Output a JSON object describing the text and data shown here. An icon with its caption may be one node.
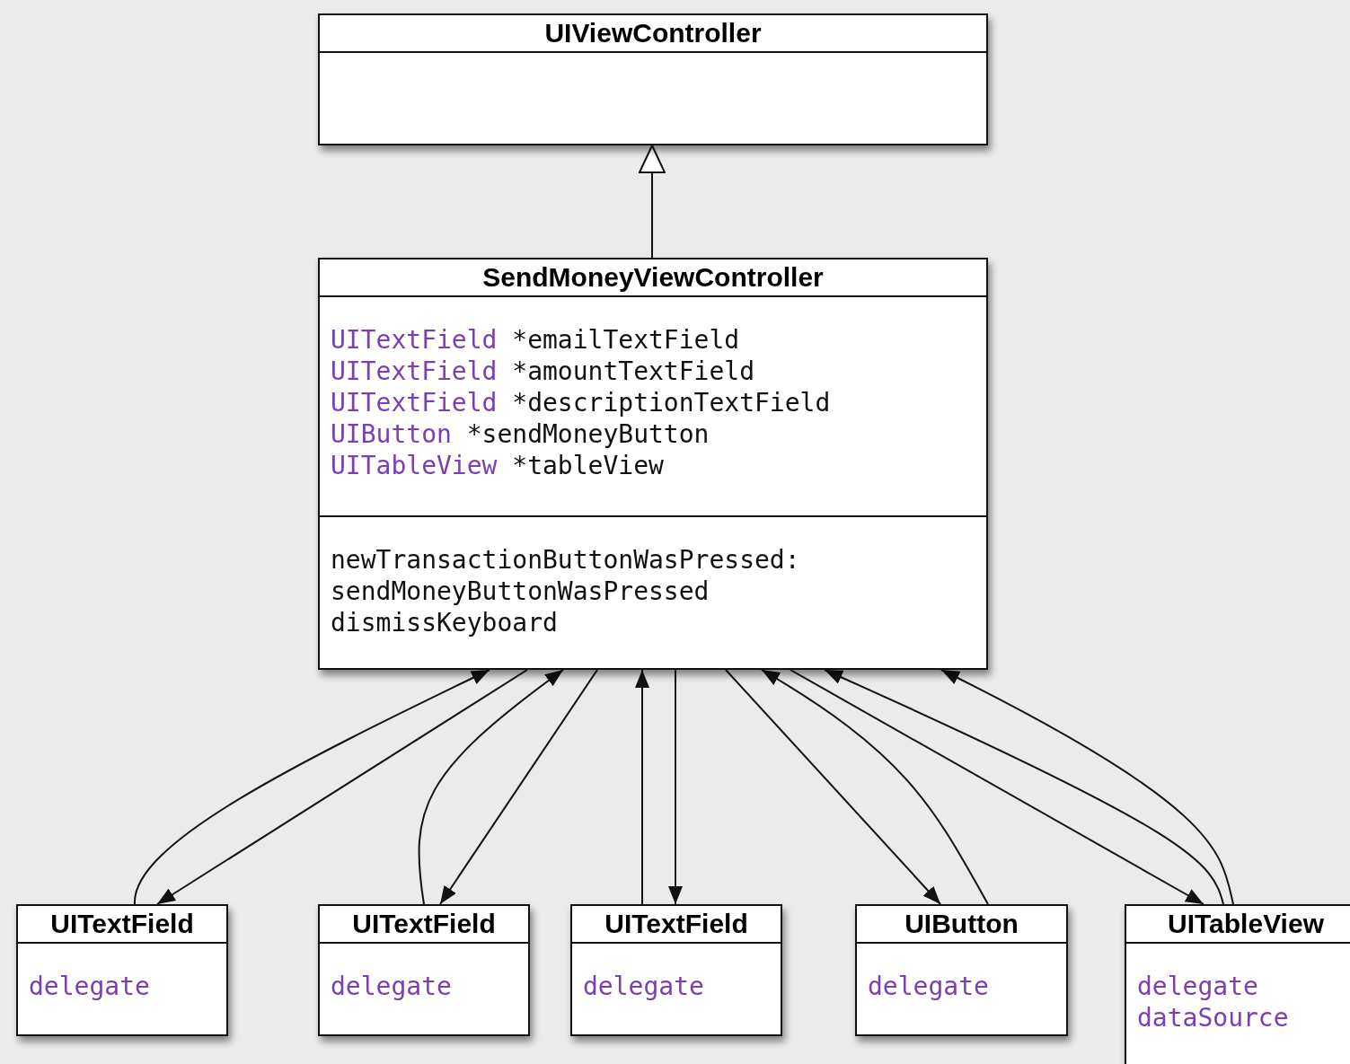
{
  "diagram": {
    "nodes": [
      {
        "text": [
          "UIViewController"
        ]
      },
      {
        "text": [
          "SendMoneyViewController",
          "UITextField *emailTextField",
          "UITextField *amountTextField",
          "UITextField *descriptionTextField",
          "UIButton *sendMoneyButton",
          "UITableView *tableView",
          "newTransactionButtonWasPressed:",
          "sendMoneyButtonWasPressed",
          "dismissKeyboard"
        ]
      },
      {
        "text": [
          "UITextField",
          "delegate"
        ]
      },
      {
        "text": [
          "UITextField",
          "delegate"
        ]
      },
      {
        "text": [
          "UITextField",
          "delegate"
        ]
      },
      {
        "text": [
          "UIButton",
          "delegate"
        ]
      },
      {
        "text": [
          "UITableView",
          "delegate",
          "dataSource"
        ]
      }
    ],
    "edges": [
      {
        "from": 1,
        "to": 0,
        "arrow": "to"
      },
      {
        "from": 2,
        "to": 1,
        "arrow": "to"
      },
      {
        "from": 1,
        "to": 2,
        "arrow": "to"
      },
      {
        "from": 3,
        "to": 1,
        "arrow": "to"
      },
      {
        "from": 1,
        "to": 3,
        "arrow": "to"
      },
      {
        "from": 4,
        "to": 1,
        "arrow": "to"
      },
      {
        "from": 1,
        "to": 4,
        "arrow": "to"
      },
      {
        "from": 1,
        "to": 5,
        "arrow": "to"
      },
      {
        "from": 5,
        "to": 1,
        "arrow": "to"
      },
      {
        "from": 1,
        "to": 6,
        "arrow": "to"
      },
      {
        "from": 6,
        "to": 1,
        "arrow": "to"
      },
      {
        "from": 6,
        "to": 1,
        "arrow": "to"
      }
    ]
  }
}
